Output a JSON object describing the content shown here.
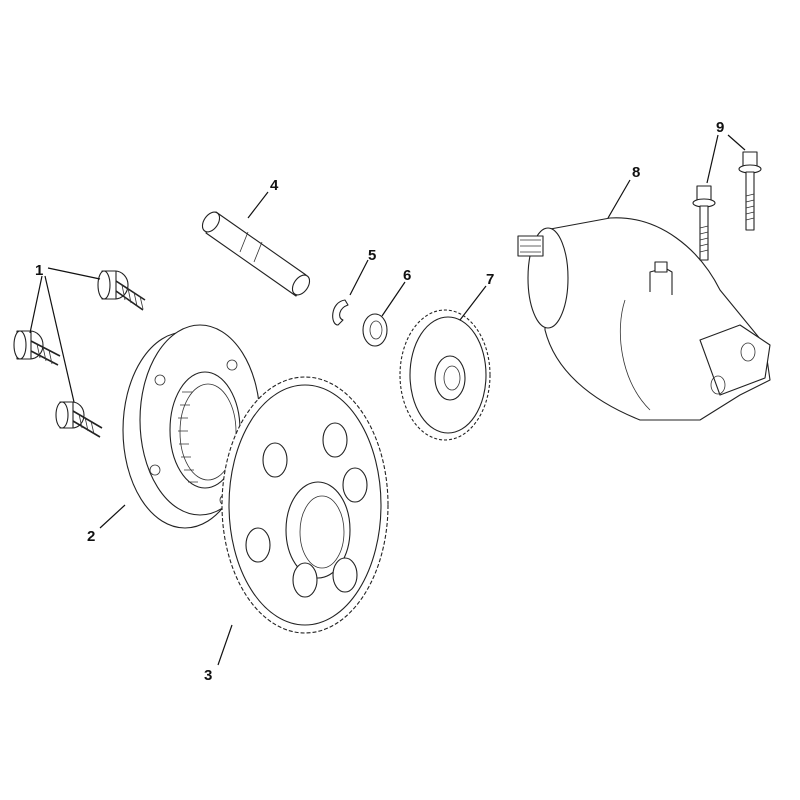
{
  "diagram": {
    "callouts": [
      {
        "id": "c1",
        "text": "1",
        "part": "bolt"
      },
      {
        "id": "c2",
        "text": "2",
        "part": "one-way-clutch"
      },
      {
        "id": "c3",
        "text": "3",
        "part": "starter-driven-gear"
      },
      {
        "id": "c4",
        "text": "4",
        "part": "shaft-pin"
      },
      {
        "id": "c5",
        "text": "5",
        "part": "circlip"
      },
      {
        "id": "c6",
        "text": "6",
        "part": "washer"
      },
      {
        "id": "c7",
        "text": "7",
        "part": "idler-gear"
      },
      {
        "id": "c8",
        "text": "8",
        "part": "starter-motor"
      },
      {
        "id": "c9",
        "text": "9",
        "part": "flange-bolt"
      }
    ],
    "colors": {
      "line": "#222222",
      "fill": "#ffffff"
    }
  }
}
